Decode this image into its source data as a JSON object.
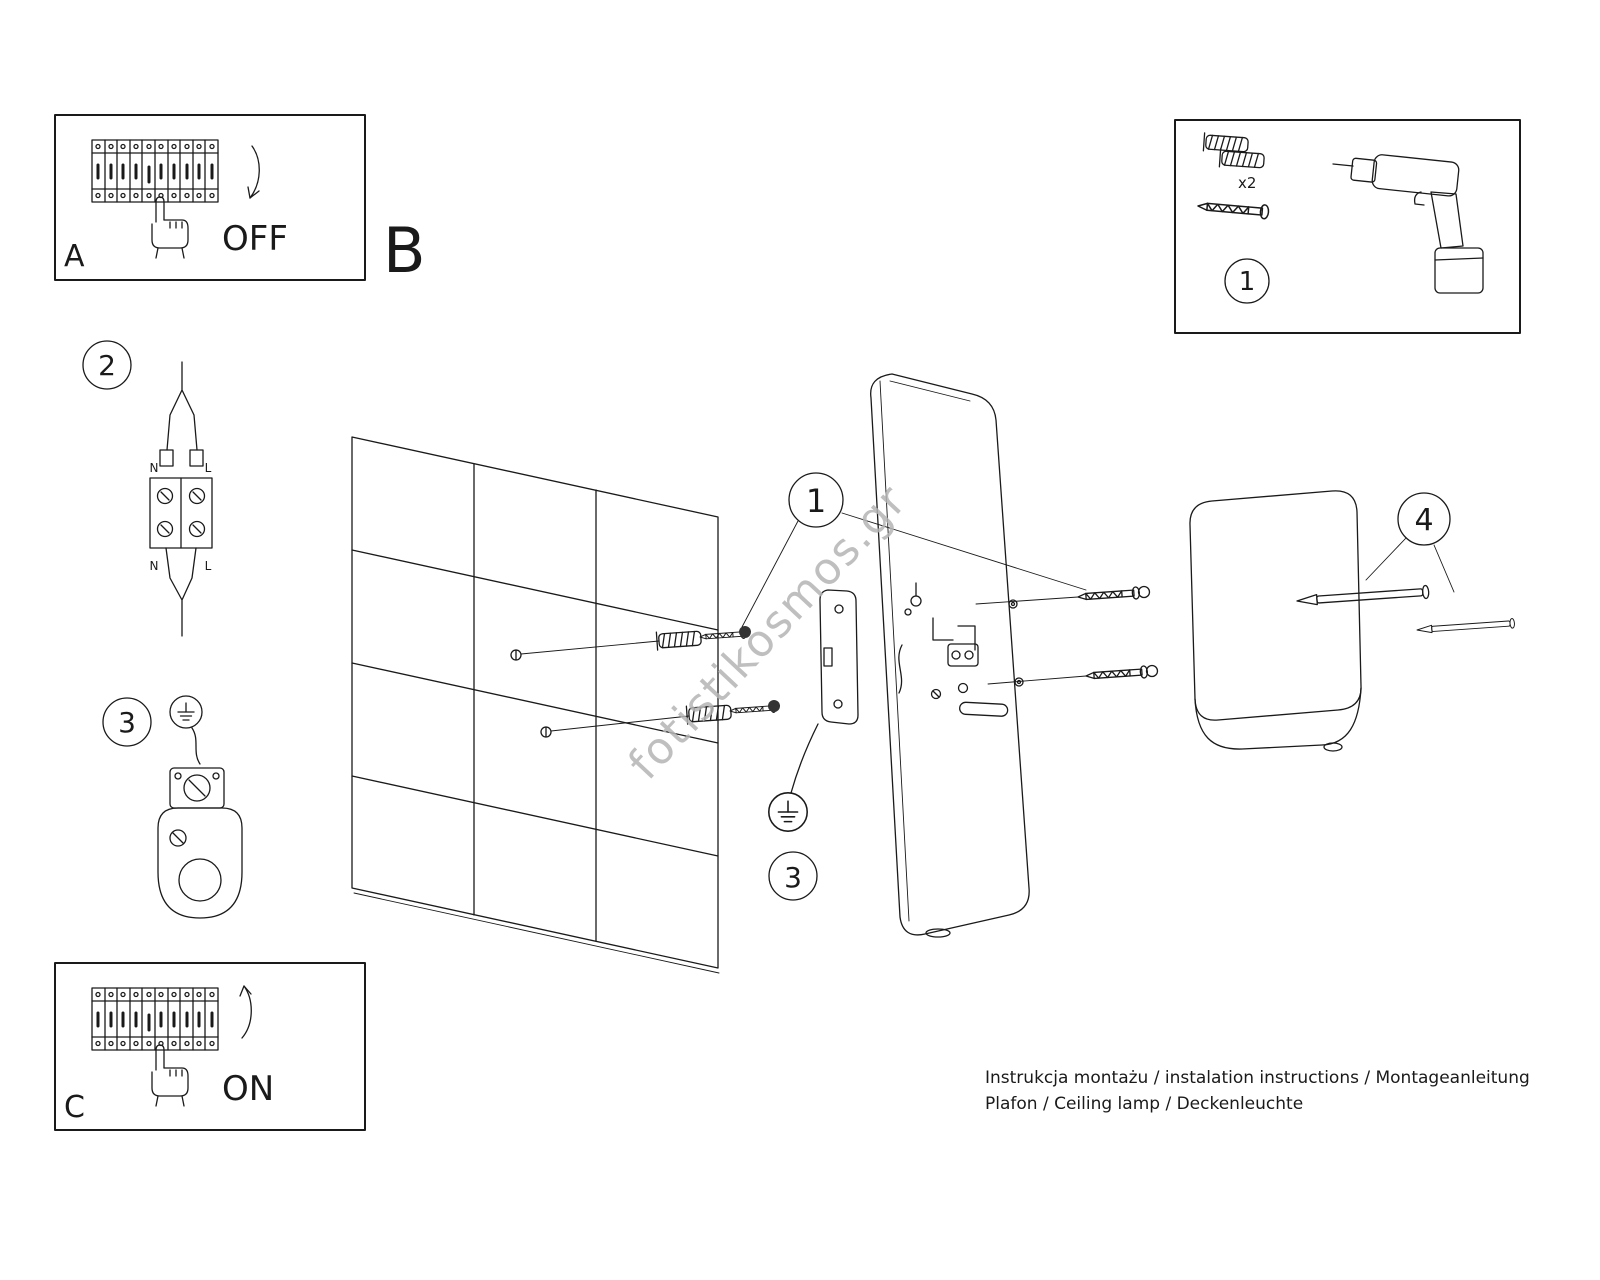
{
  "boxes": {
    "a": {
      "label": "A",
      "action": "OFF"
    },
    "b": {
      "label": "B"
    },
    "c": {
      "label": "C",
      "action": "ON"
    }
  },
  "parts_box": {
    "number": "1",
    "quantity": "x2"
  },
  "callouts": {
    "step1": "1",
    "step2": "2",
    "step3": "3",
    "step4": "4"
  },
  "wiring": {
    "neutral": "N",
    "line": "L"
  },
  "watermark": "fotistikosmos.gr",
  "footer": {
    "line1": "Instrukcja montażu / instalation instructions / Montageanleitung",
    "line2": "Plafon / Ceiling lamp / Deckenleuchte"
  },
  "colors": {
    "ink": "#1a1a1a",
    "watermark": "#b5b5b5",
    "background": "#ffffff"
  }
}
